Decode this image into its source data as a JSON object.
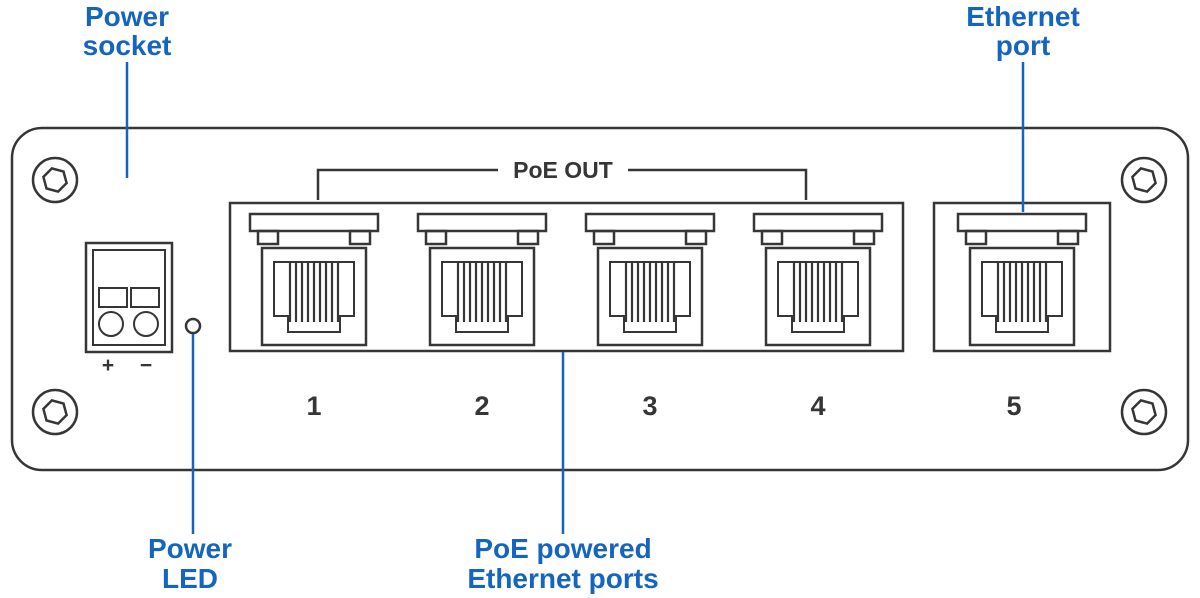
{
  "labels": {
    "power_socket": {
      "line1": "Power",
      "line2": "socket"
    },
    "ethernet_port": {
      "line1": "Ethernet",
      "line2": "port"
    },
    "power_led": {
      "line1": "Power",
      "line2": "LED"
    },
    "poe_ports": {
      "line1": "PoE powered",
      "line2": "Ethernet ports"
    },
    "poe_out": "PoE OUT"
  },
  "ports": {
    "numbers": [
      "1",
      "2",
      "3",
      "4",
      "5"
    ]
  },
  "power_terminal": {
    "plus": "+",
    "minus": "−"
  },
  "colors": {
    "line": "#363636",
    "label_blue": "#1565c0",
    "background": "#ffffff"
  }
}
